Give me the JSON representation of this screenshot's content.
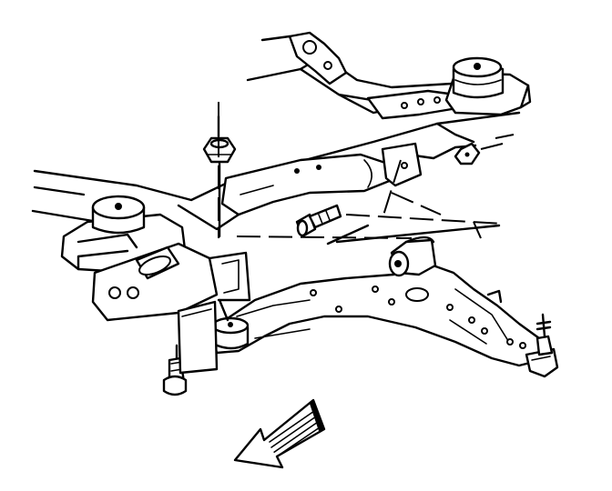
{
  "figure": {
    "parts": [
      "frame-rail-rear",
      "body-mount-rear",
      "frame-crossmember",
      "body-mount-front",
      "front-frame-bracket",
      "lower-control-arm",
      "control-arm-bushing",
      "ball-joint",
      "rear-bracket-nut",
      "rear-bracket-bolt",
      "vertical-bolt",
      "vertical-nut",
      "direction-arrow"
    ],
    "colors": {
      "line": "#000000",
      "background": "#ffffff"
    }
  }
}
